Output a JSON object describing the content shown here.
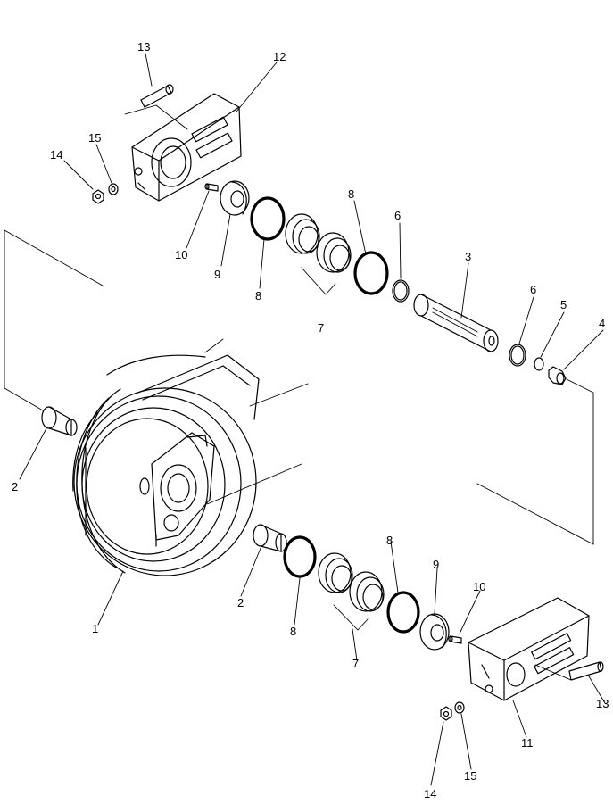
{
  "callouts": [
    {
      "id": "c1",
      "text": "1"
    },
    {
      "id": "c2a",
      "text": "2"
    },
    {
      "id": "c2b",
      "text": "2"
    },
    {
      "id": "c3",
      "text": "3"
    },
    {
      "id": "c4",
      "text": "4"
    },
    {
      "id": "c5",
      "text": "5"
    },
    {
      "id": "c6a",
      "text": "6"
    },
    {
      "id": "c6b",
      "text": "6"
    },
    {
      "id": "c7a",
      "text": "7"
    },
    {
      "id": "c7b",
      "text": "7"
    },
    {
      "id": "c8a",
      "text": "8"
    },
    {
      "id": "c8b",
      "text": "8"
    },
    {
      "id": "c8c",
      "text": "8"
    },
    {
      "id": "c8d",
      "text": "8"
    },
    {
      "id": "c9a",
      "text": "9"
    },
    {
      "id": "c9b",
      "text": "9"
    },
    {
      "id": "c10a",
      "text": "10"
    },
    {
      "id": "c10b",
      "text": "10"
    },
    {
      "id": "c11",
      "text": "11"
    },
    {
      "id": "c12",
      "text": "12"
    },
    {
      "id": "c13a",
      "text": "13"
    },
    {
      "id": "c13b",
      "text": "13"
    },
    {
      "id": "c14a",
      "text": "14"
    },
    {
      "id": "c14b",
      "text": "14"
    },
    {
      "id": "c15a",
      "text": "15"
    },
    {
      "id": "c15b",
      "text": "15"
    }
  ]
}
